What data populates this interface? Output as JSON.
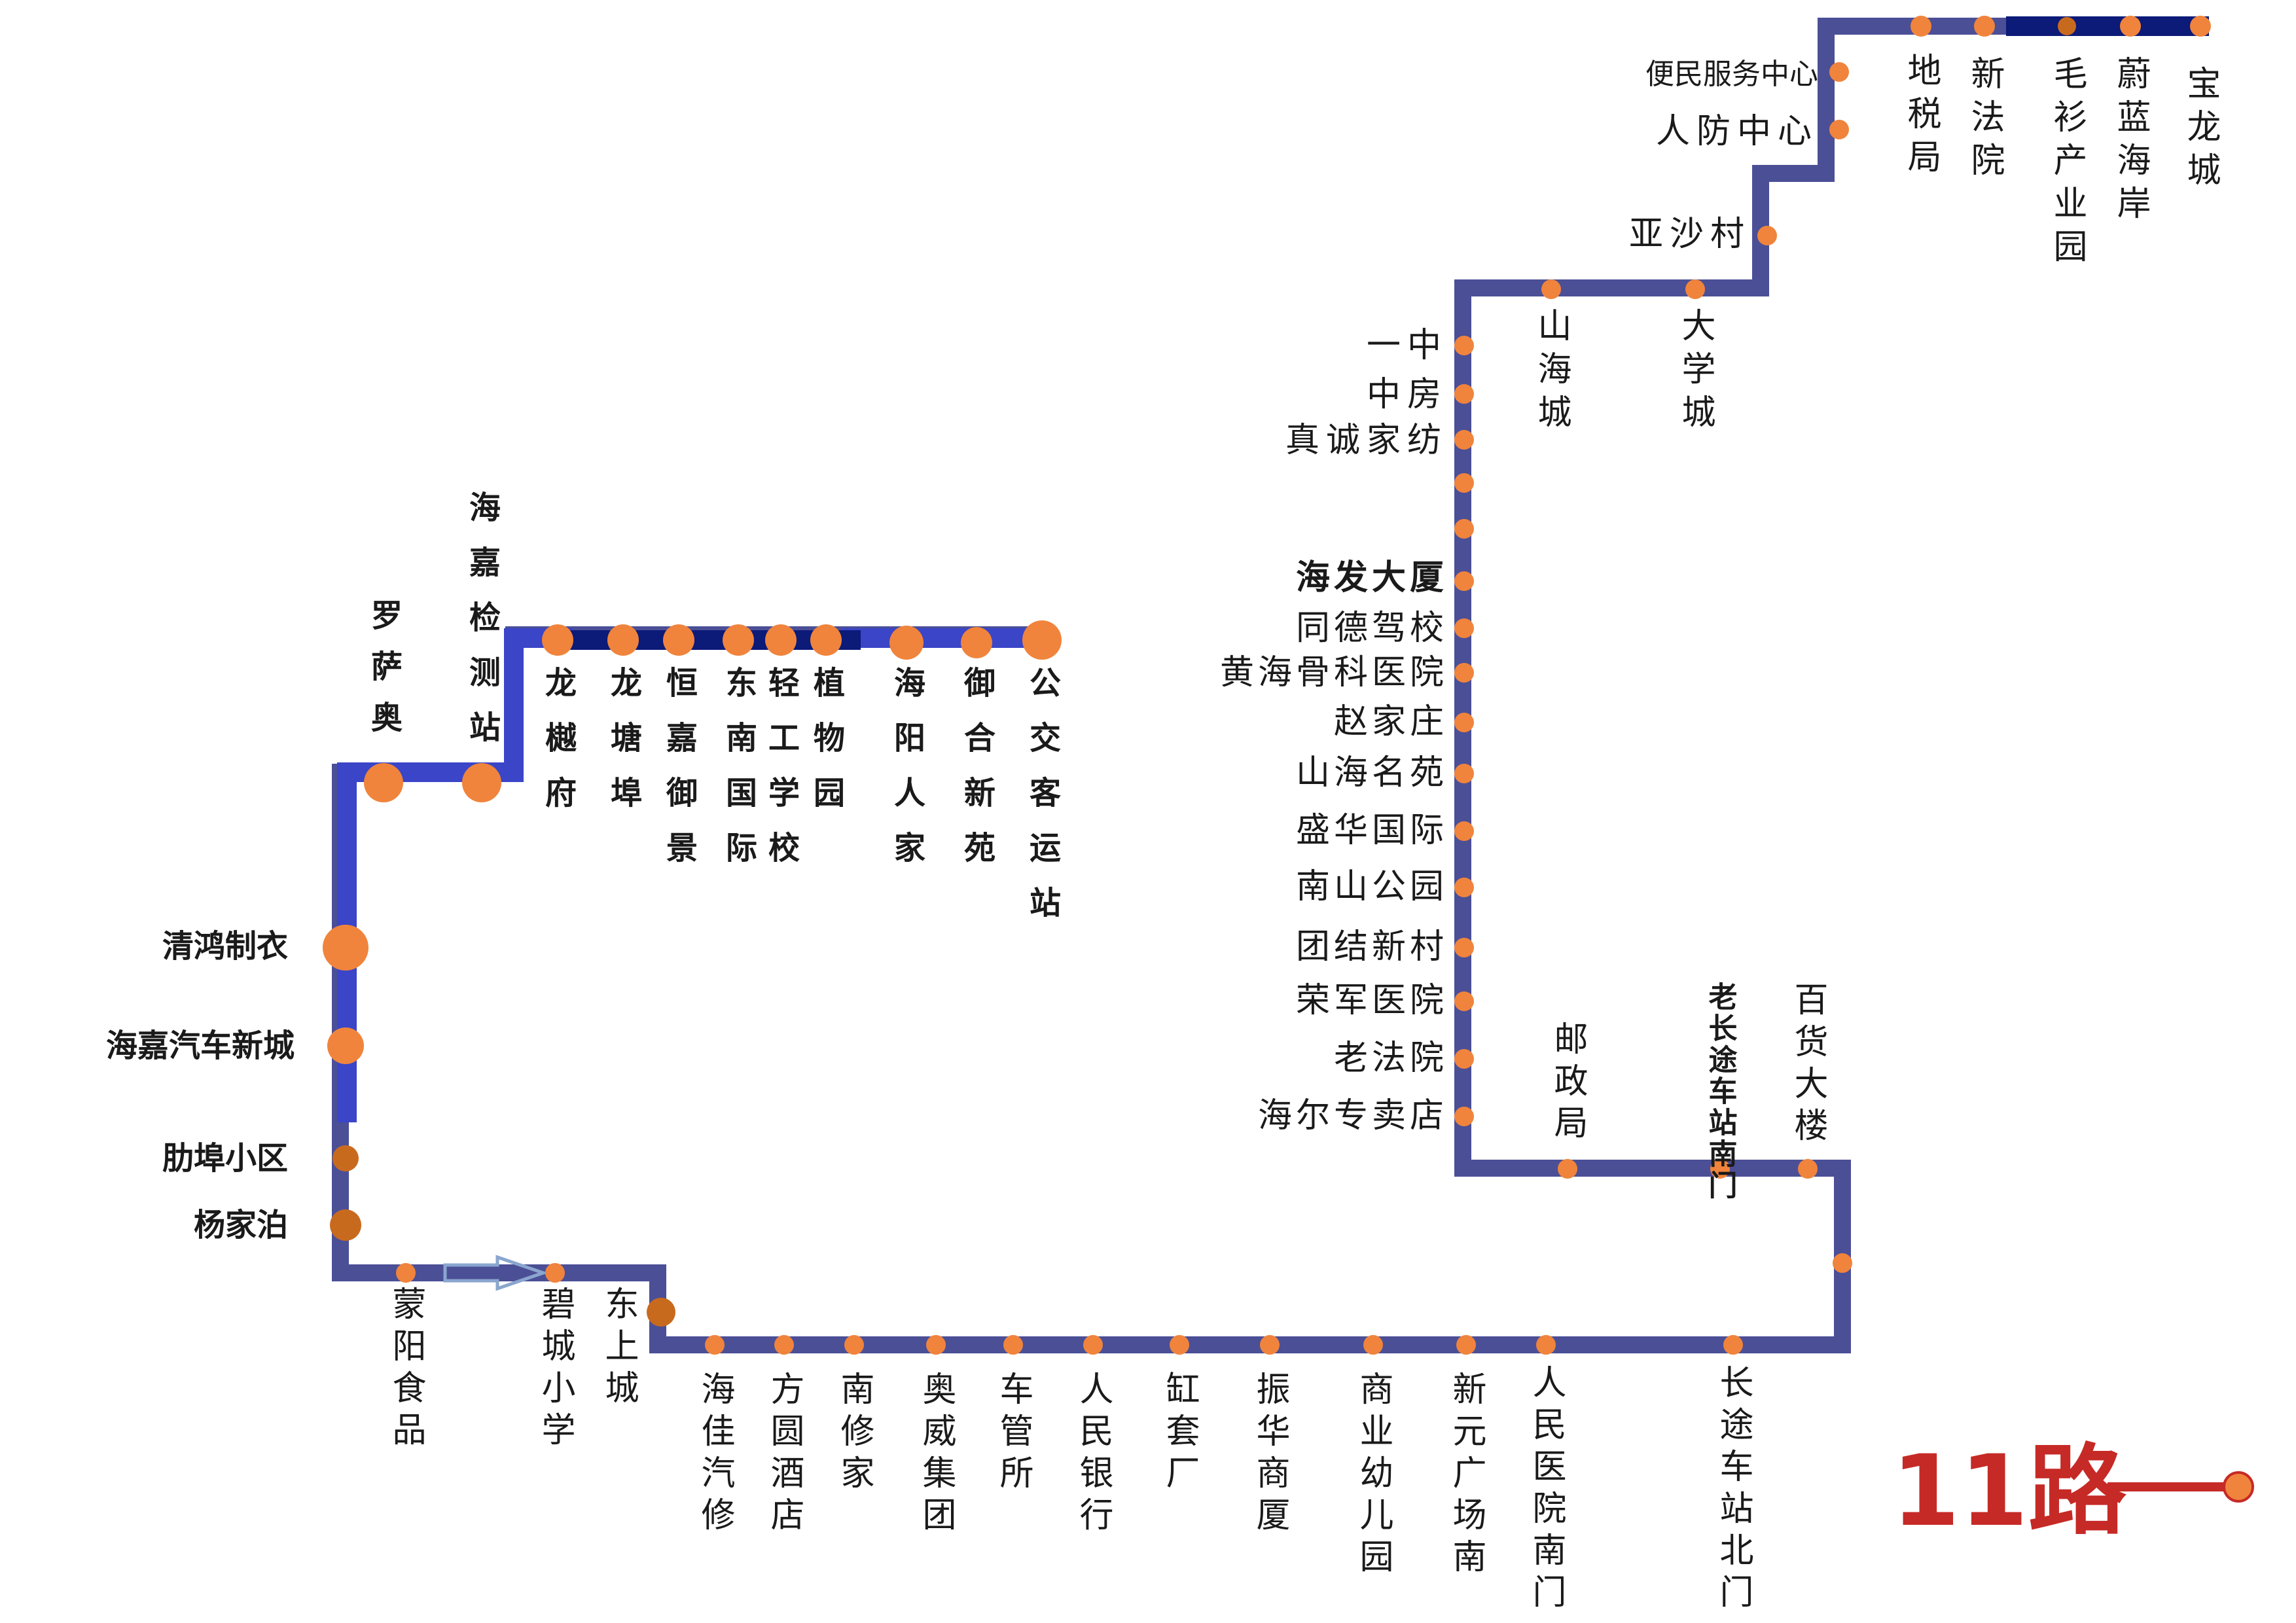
{
  "route_name": "11路",
  "colors": {
    "route_line": "#4b4f96",
    "route_bright": "#3a45c8",
    "route_dark": "#0c1a78",
    "stop": "#f0843c",
    "legend": "#c62a26"
  },
  "stations": [
    "宝龙城",
    "蔚蓝海岸",
    "毛衫产业园",
    "新法院",
    "地税局",
    "便民服务中心",
    "人防中心",
    "亚沙村",
    "大学城",
    "山海城",
    "一中",
    "中房",
    "真诚家纺",
    "海发大厦",
    "同德驾校",
    "黄海骨科医院",
    "赵家庄",
    "山海名苑",
    "盛华国际",
    "南山公园",
    "团结新村",
    "荣军医院",
    "老法院",
    "海尔专卖店",
    "邮政局",
    "老长途车站南门",
    "百货大楼",
    "长途车站北门",
    "人民医院南门",
    "新元广场南",
    "商业幼儿园",
    "振华商厦",
    "缸套厂",
    "人民银行",
    "车管所",
    "奥威集团",
    "南修家",
    "方圆酒店",
    "海佳汽修",
    "东上城",
    "碧城小学",
    "蒙阳食品",
    "杨家泊",
    "肋埠小区",
    "海嘉汽车新城",
    "清鸿制衣",
    "罗萨奥",
    "海嘉检测站",
    "龙樾府",
    "龙塘埠",
    "恒嘉御景",
    "东南国际",
    "轻工学校",
    "植物园",
    "海阳人家",
    "御合新苑",
    "公交客运站"
  ]
}
